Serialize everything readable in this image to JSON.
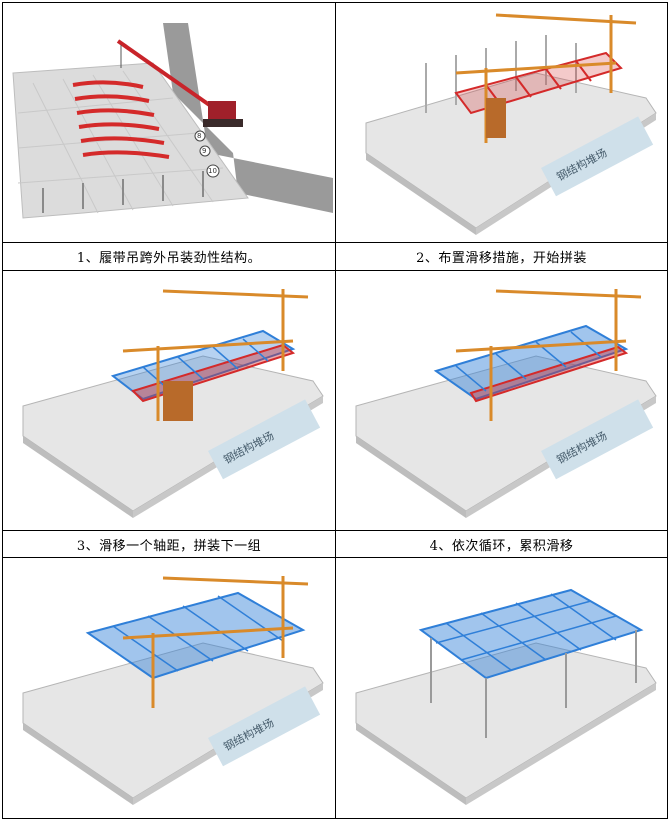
{
  "captions": {
    "step1": "1、履带吊跨外吊装劲性结构。",
    "step2": "2、布置滑移措施，开始拼装",
    "step3": "3、滑移一个轴距，拼装下一组",
    "step4": "4、依次循环，累积滑移"
  },
  "site_sign": "钢结构堆场",
  "grid_labels": [
    "8",
    "9",
    "10"
  ],
  "colors": {
    "structure_red": "#d42a2a",
    "structure_blue": "#2f7fd8",
    "crane_orange": "#d98a2a",
    "road_gray": "#9a9a9a",
    "slab_gray": "#dedede",
    "sign_blue": "#cfe0ea"
  }
}
